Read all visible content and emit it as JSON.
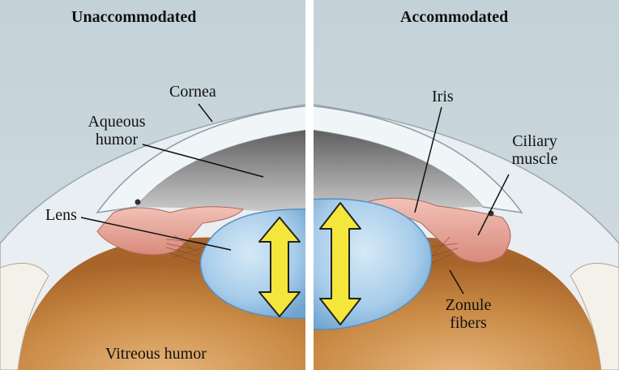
{
  "panels": {
    "left_title": "Unaccommodated",
    "right_title": "Accommodated"
  },
  "labels": {
    "cornea": "Cornea",
    "aqueous_line1": "Aqueous",
    "aqueous_line2": "humor",
    "lens": "Lens",
    "vitreous": "Vitreous humor",
    "iris": "Iris",
    "ciliary_line1": "Ciliary",
    "ciliary_line2": "muscle",
    "zonule_line1": "Zonule",
    "zonule_line2": "fibers"
  },
  "colors": {
    "background": "#c5d4da",
    "cornea": "#eef3f7",
    "aqueous": "#8a8a8a",
    "lens": "#a9cdea",
    "ciliary": "#e6a49a",
    "vitreous": "#c8863a",
    "arrow": "#f3e53a"
  }
}
